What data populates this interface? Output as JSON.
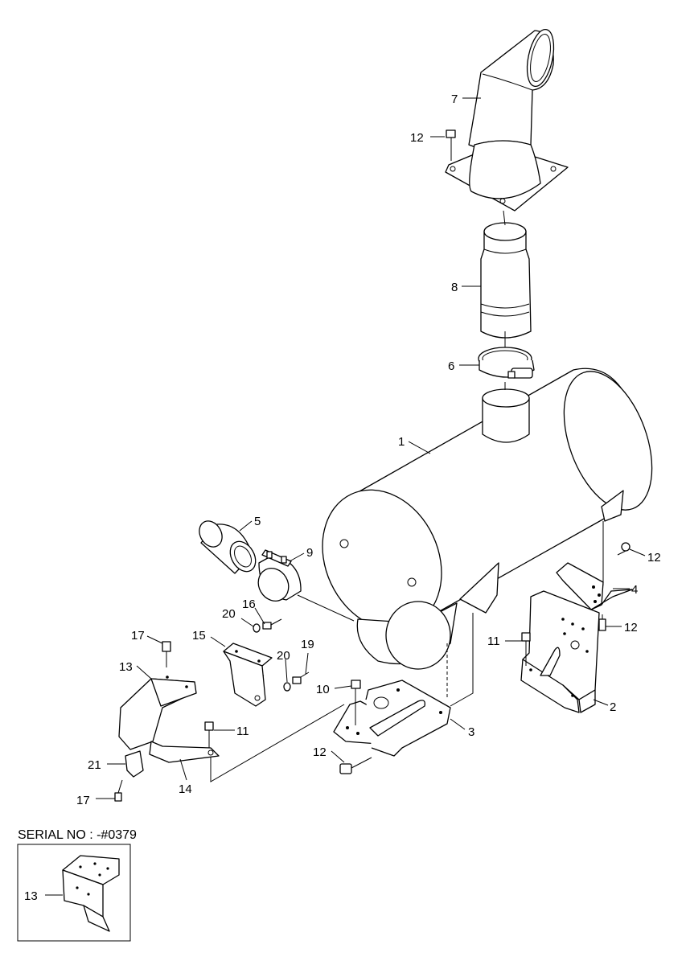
{
  "callouts": {
    "c1": "1",
    "c2": "2",
    "c3": "3",
    "c4": "4",
    "c5": "5",
    "c6": "6",
    "c7": "7",
    "c8": "8",
    "c9": "9",
    "c10": "10",
    "c11a": "11",
    "c11b": "11",
    "c12a": "12",
    "c12b": "12",
    "c12c": "12",
    "c12d": "12",
    "c13a": "13",
    "c13b": "13",
    "c14": "14",
    "c15": "15",
    "c16": "16",
    "c17a": "17",
    "c17b": "17",
    "c19": "19",
    "c20a": "20",
    "c20b": "20",
    "c21": "21"
  },
  "inset": {
    "serial_label": "SERIAL NO : -#0379"
  }
}
